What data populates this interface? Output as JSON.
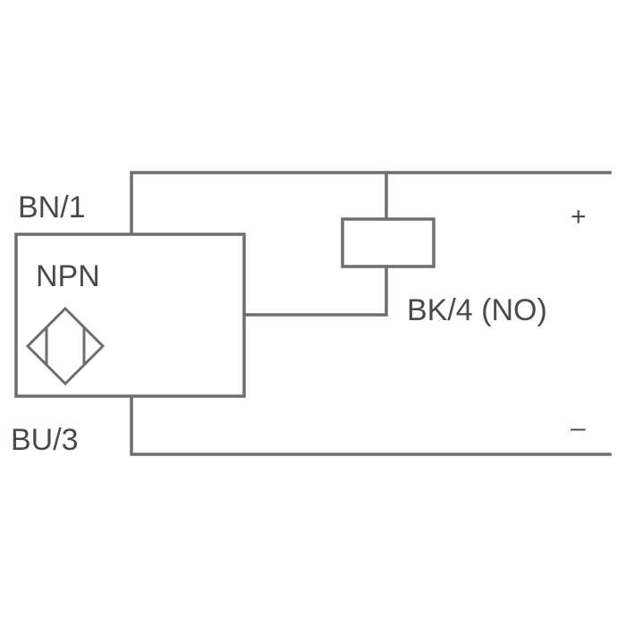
{
  "diagram": {
    "labels": {
      "brown_wire": "BN/1",
      "blue_wire": "BU/3",
      "black_wire": "BK/4 (NO)",
      "sensor_type": "NPN",
      "positive": "+",
      "negative": "–"
    },
    "colors": {
      "line": "#6e6e6e",
      "text": "#4a4a4a",
      "background": "#ffffff"
    },
    "icons": {
      "sensor_symbol": "inductive-sensor-icon"
    }
  }
}
